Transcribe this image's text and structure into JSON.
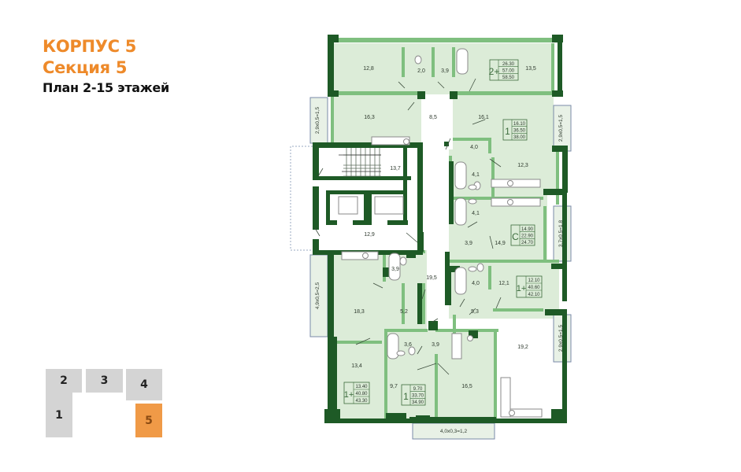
{
  "header": {
    "building": "КОРПУС 5",
    "section": "Секция 5",
    "plan": "План 2-15 этажей"
  },
  "colors": {
    "accent_orange": "#ee8a2a",
    "wall_dark": "#1e5a26",
    "wall_light": "#7fbf7f",
    "room_fill": "#dcecd8",
    "section_inactive": "#d4d4d4",
    "section_active": "#f09a47"
  },
  "section_selector": {
    "items": [
      {
        "id": "2",
        "label": "2",
        "active": false
      },
      {
        "id": "3",
        "label": "3",
        "active": false
      },
      {
        "id": "4",
        "label": "4",
        "active": false
      },
      {
        "id": "1",
        "label": "1",
        "active": false
      },
      {
        "id": "5",
        "label": "5",
        "active": true
      }
    ]
  },
  "apartments": [
    {
      "name": "apt-2-room-top",
      "type": "2+",
      "areas": [
        "26.30",
        "57.00",
        "58.50"
      ]
    },
    {
      "name": "apt-1-room-top-right",
      "type": "1",
      "areas": [
        "16.10",
        "36.50",
        "38.00"
      ]
    },
    {
      "name": "apt-studio",
      "type": "С",
      "areas": [
        "14.90",
        "22.90",
        "24.70"
      ]
    },
    {
      "name": "apt-1plus-right",
      "type": "1+",
      "areas": [
        "12.10",
        "40.60",
        "42.10"
      ]
    },
    {
      "name": "apt-1plus-bottom-left",
      "type": "1+",
      "areas": [
        "13.40",
        "40.80",
        "43.30"
      ]
    },
    {
      "name": "apt-1-bottom",
      "type": "1",
      "areas": [
        "9.70",
        "33.70",
        "34.90"
      ]
    }
  ],
  "rooms": {
    "r12_8": "12,8",
    "r2_0": "2,0",
    "r3_9a": "3,9",
    "r13_5": "13,5",
    "r16_3": "16,3",
    "r8_5": "8,5",
    "r16_1": "16,1",
    "r4_0a": "4,0",
    "r12_3": "12,3",
    "r13_7": "13,7",
    "r4_1a": "4,1",
    "r4_1b": "4,1",
    "r12_9": "12,9",
    "r3_9b": "3,9",
    "r14_9": "14,9",
    "r3_9c": "3,9",
    "r19_5": "19,5",
    "r4_0b": "4,0",
    "r12_1": "12,1",
    "r18_3": "18,3",
    "r5_2": "5,2",
    "r5_3": "5,3",
    "r19_2": "19,2",
    "r3_6": "3,6",
    "r3_9d": "3,9",
    "r13_4": "13,4",
    "r9_7": "9,7",
    "r16_5": "16,5"
  },
  "balconies": {
    "b_left_top": "2,9х0,5=1,5",
    "b_left_mid": "4,9х0,5=2,5",
    "b_right_top": "2,9х0,5=1,5",
    "b_right_mid": "3,7х0,5=1,8",
    "b_right_bottom": "2,9х0,5=1,5",
    "b_bottom": "4,0х0,3=1,2"
  }
}
